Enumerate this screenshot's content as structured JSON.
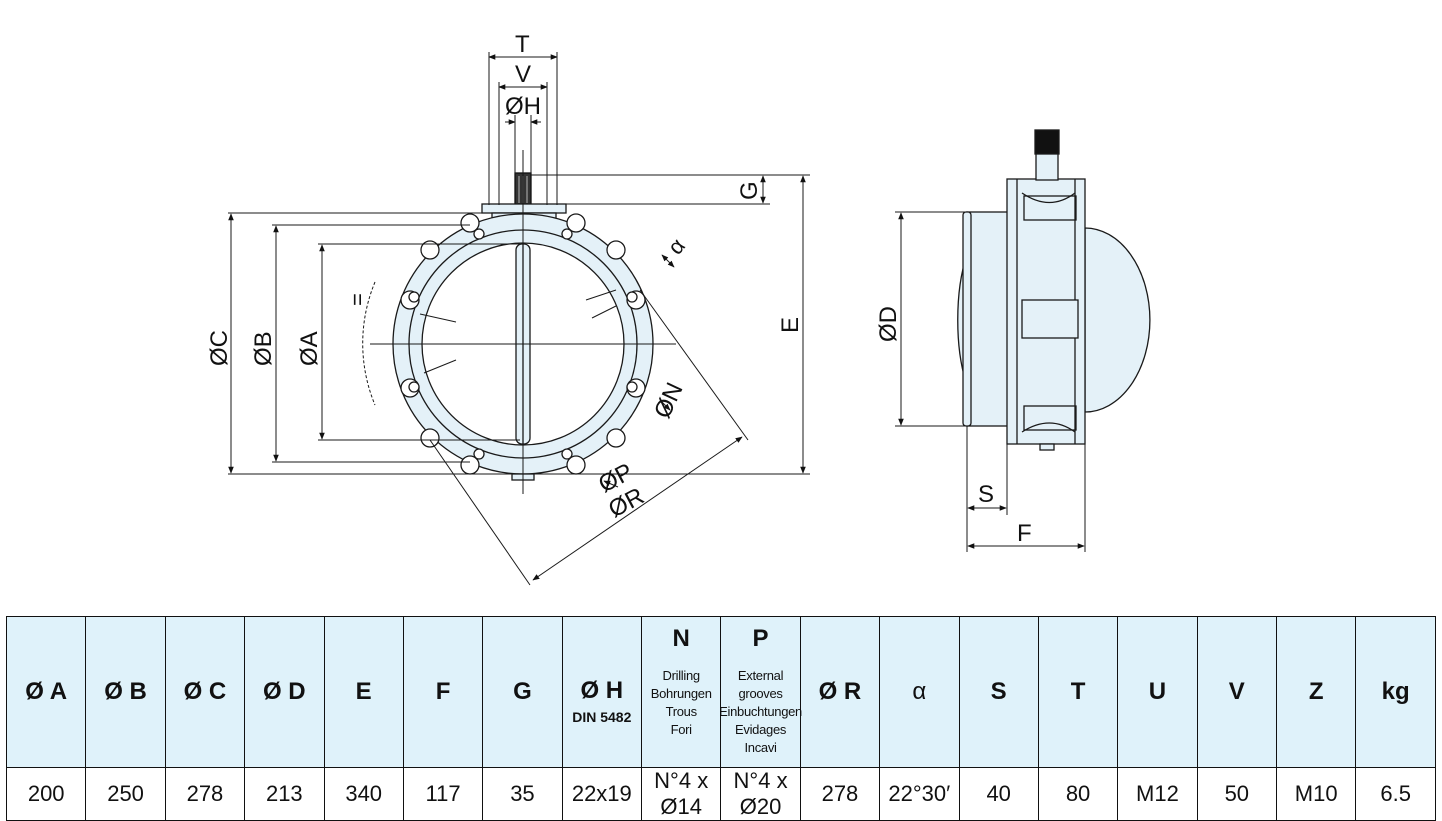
{
  "drawing": {
    "front_labels": {
      "T": "T",
      "V": "V",
      "H": "ØH",
      "G": "G",
      "E": "E",
      "C": "ØC",
      "B": "ØB",
      "A": "ØA",
      "alpha": "α",
      "N": "ØN",
      "P": "ØP",
      "R": "ØR",
      "U": "="
    },
    "side_labels": {
      "D": "ØD",
      "S": "S",
      "F": "F"
    },
    "colors": {
      "fill": "#e4f1f8",
      "stroke": "#1a1a1a",
      "dark": "#111111"
    }
  },
  "table": {
    "headers": [
      {
        "main": "Ø A"
      },
      {
        "main": "Ø B"
      },
      {
        "main": "Ø C"
      },
      {
        "main": "Ø D"
      },
      {
        "main": "E"
      },
      {
        "main": "F"
      },
      {
        "main": "G"
      },
      {
        "main": "Ø H",
        "sub": "DIN 5482"
      },
      {
        "main": "N",
        "desc": [
          "Drilling",
          "Bohrungen",
          "Trous",
          "Fori"
        ]
      },
      {
        "main": "P",
        "desc": [
          "External grooves",
          "Einbuchtungen",
          "Evidages",
          "Incavi"
        ]
      },
      {
        "main": "Ø R"
      },
      {
        "main": "α"
      },
      {
        "main": "S"
      },
      {
        "main": "T"
      },
      {
        "main": "U"
      },
      {
        "main": "V"
      },
      {
        "main": "Z"
      },
      {
        "main": "kg"
      }
    ],
    "values": [
      "200",
      "250",
      "278",
      "213",
      "340",
      "117",
      "35",
      "22x19",
      "N°4 x Ø14",
      "N°4 x Ø20",
      "278",
      "22°30′",
      "40",
      "80",
      "M12",
      "50",
      "M10",
      "6.5"
    ]
  }
}
